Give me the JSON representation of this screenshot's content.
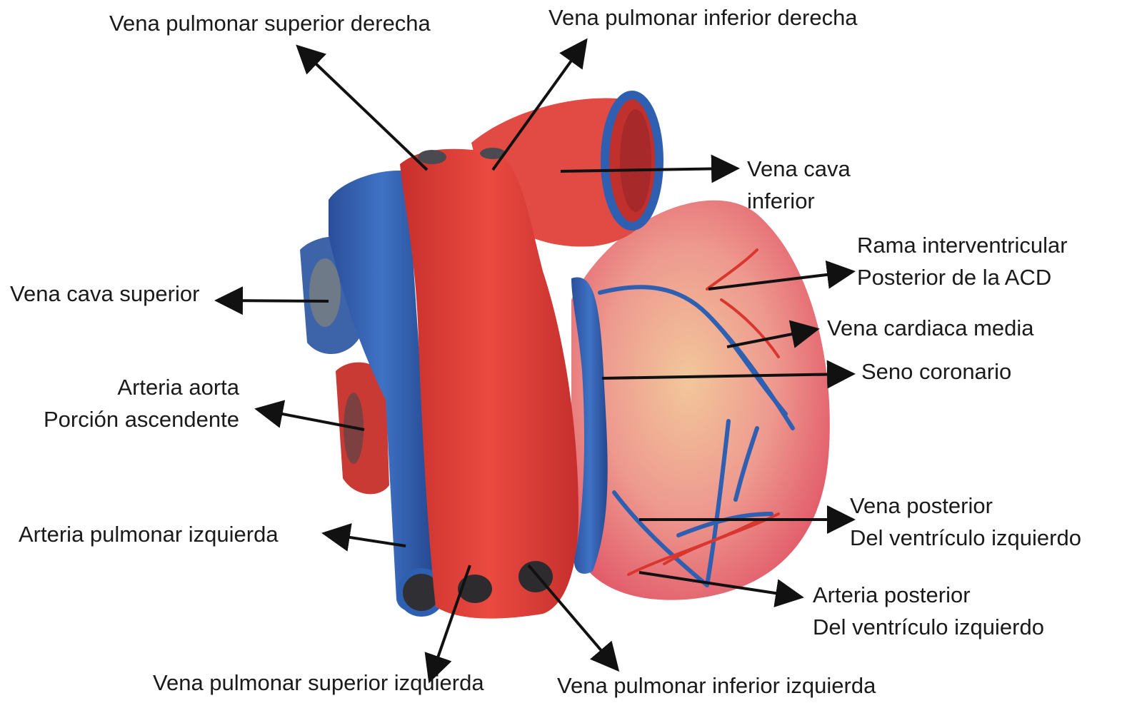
{
  "colors": {
    "artery_red": "#e0403a",
    "vein_blue": "#2f5fb0",
    "myocardium_pink": "#e96a78",
    "fat_yellow": "#efc48a"
  },
  "labels": {
    "vp_sup_der": "Vena pulmonar superior derecha",
    "vp_inf_der": "Vena pulmonar inferior derecha",
    "vena_cava_inf": [
      "Vena cava",
      "inferior"
    ],
    "rama_interventricular": [
      "Rama interventricular",
      "Posterior de la ACD"
    ],
    "vena_cardiaca_media": "Vena cardiaca media",
    "seno_coronario": "Seno coronario",
    "vena_posterior_vi": [
      "Vena posterior",
      "Del ventrículo izquierdo"
    ],
    "arteria_posterior_vi": [
      "Arteria posterior",
      "Del ventrículo izquierdo"
    ],
    "vena_cava_sup": "Vena cava superior",
    "arteria_aorta": [
      "Arteria aorta",
      "Porción ascendente"
    ],
    "arteria_pulmonar_izq": "Arteria pulmonar izquierda",
    "vp_sup_izq": "Vena pulmonar superior izquierda",
    "vp_inf_izq": "Vena pulmonar inferior izquierda"
  }
}
